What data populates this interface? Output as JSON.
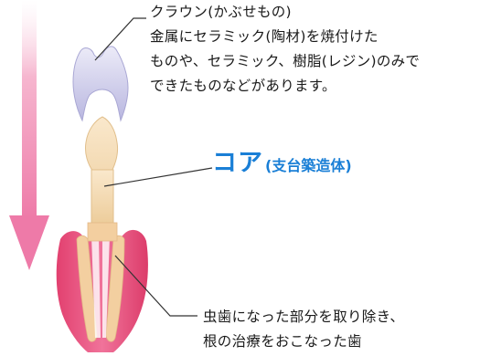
{
  "crown": {
    "title": "クラウン(かぶせもの)",
    "lines": [
      "金属にセラミック(陶材)を焼付けた",
      "ものや、セラミック、樹脂(レジン)のみで",
      "できたものなどがあります。"
    ]
  },
  "core": {
    "main": "コア",
    "sub": "(支台築造体)"
  },
  "tooth": {
    "lines": [
      "虫歯になった部分を取り除き、",
      "根の治療をおこなった歯"
    ]
  },
  "colors": {
    "arrow": "#f08cb4",
    "crown": "#c9c8e8",
    "core": "#f0d2a4",
    "gum": "#e8527e",
    "tooth": "#f4d8b0",
    "accent": "#1a7fd6",
    "leader": "#333333"
  }
}
